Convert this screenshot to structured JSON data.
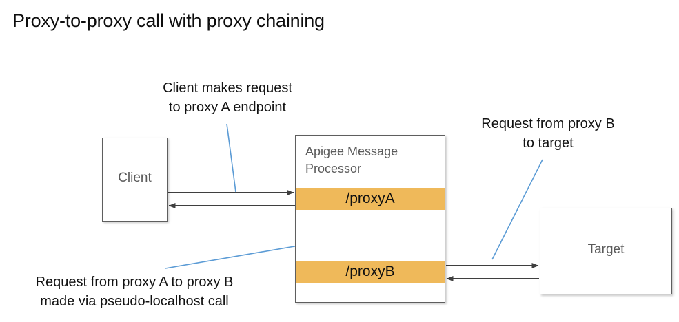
{
  "title": "Proxy-to-proxy call with proxy chaining",
  "colors": {
    "proxy_band": "#efb95a",
    "box_border": "#5e5e5e",
    "node_label": "#5a5a5a",
    "leader_line": "#5b9bd5",
    "arrow": "#3f3f3f",
    "title_text": "#0d0d0d"
  },
  "nodes": {
    "client": {
      "label": "Client"
    },
    "apigee": {
      "label": "Apigee Message\nProcessor",
      "proxies": [
        {
          "label": "/proxyA"
        },
        {
          "label": "/proxyB"
        }
      ]
    },
    "target": {
      "label": "Target"
    }
  },
  "annotations": [
    {
      "id": "client-request",
      "text": "Client makes request\nto proxy A endpoint"
    },
    {
      "id": "proxyb-to-target",
      "text": "Request from proxy B\nto target"
    },
    {
      "id": "proxy-chaining",
      "text": "Request from proxy A to proxy B\nmade via pseudo-localhost call"
    }
  ],
  "connections": [
    {
      "id": "client-to-proxya",
      "direction": "right"
    },
    {
      "id": "proxya-to-client",
      "direction": "left"
    },
    {
      "id": "proxyb-to-proxya",
      "direction": "up"
    },
    {
      "id": "proxya-to-proxyb",
      "direction": "down"
    },
    {
      "id": "proxyb-to-target",
      "direction": "right"
    },
    {
      "id": "target-to-proxyb",
      "direction": "left"
    }
  ]
}
